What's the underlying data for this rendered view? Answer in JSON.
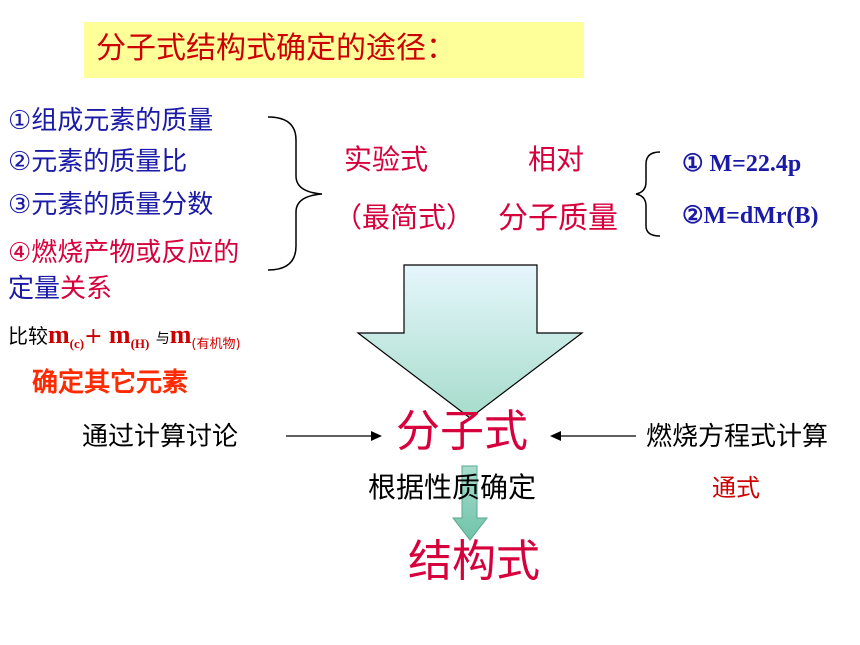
{
  "title": "分子式结构式确定的途径：",
  "left_list": [
    "①组成元素的质量",
    "②元素的质量比",
    "③元素的质量分数",
    "④燃烧产物或反应的"
  ],
  "left_list_tail": {
    "part1": "定量",
    "part2": "关系"
  },
  "compare": {
    "prefix": "比较",
    "m1": "m",
    "m1_sub": "(c)",
    "plus": "+",
    "m2": "m",
    "m2_sub": "(H)",
    "with": "与",
    "m3": "m",
    "m3_sub": "(有机物)"
  },
  "determine_others": "确定其它元素",
  "empirical": {
    "line1": "实验式",
    "line2": "（最简式）"
  },
  "relative_mass": {
    "line1": "相对",
    "line2": "分子质量"
  },
  "formulas": [
    "① M=22.4p",
    "②M=dMr(B)"
  ],
  "center": {
    "molecular_formula": "分子式",
    "by_properties": "根据性质确定",
    "structural_formula": "结构式"
  },
  "left_method": "通过计算讨论",
  "right_method": "燃烧方程式计算",
  "general_formula": "通式",
  "colors": {
    "title_bg": "#ffff99",
    "red": "#cc0000",
    "blue": "#1a1aa6",
    "magenta": "#d6003c",
    "arrow_fill_top": "#d4f0fa",
    "arrow_fill_bottom": "#9fdcc8"
  }
}
